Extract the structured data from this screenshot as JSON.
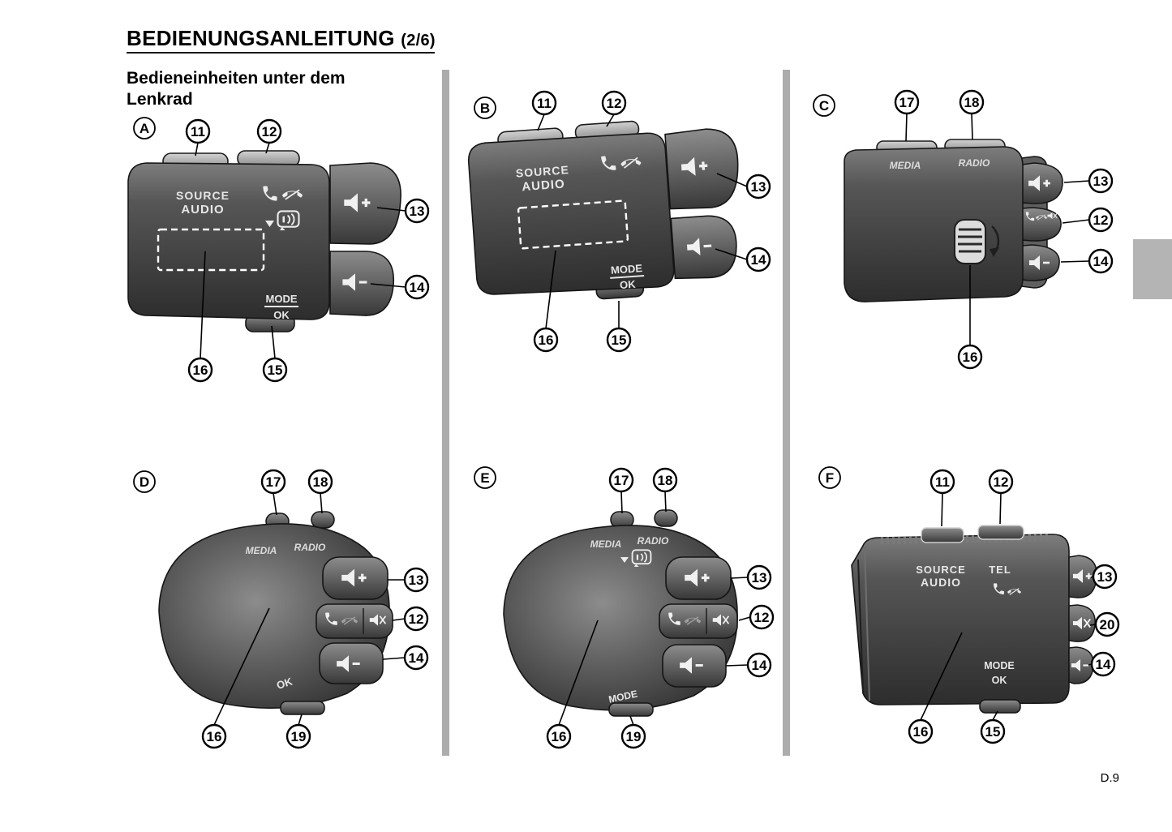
{
  "page": {
    "title": "BEDIENUNGSANLEITUNG",
    "title_suffix": "(2/6)",
    "subtitle_line1": "Bedieneinheiten unter dem",
    "subtitle_line2": "Lenkrad",
    "page_number": "D.9"
  },
  "colors": {
    "stalk_dark": "#3a3a3a",
    "button_gray": "#6f6f6f",
    "tab_light": "#b9b9b9",
    "divider_gray": "#acacac",
    "label_light": "#e6e6e6"
  },
  "icons": {
    "volume_up": "speaker-plus-icon",
    "volume_down": "speaker-minus-icon",
    "mute": "speaker-mute-icon",
    "phone_pickup": "phone-pickup-icon",
    "phone_hangup": "phone-hangup-icon",
    "voice_control": "voice-control-icon",
    "scroll_wheel": "scroll-wheel-icon"
  },
  "panels": {
    "a": {
      "letter": "A",
      "labels": {
        "source": "SOURCE",
        "audio": "AUDIO",
        "mode": "MODE",
        "ok": "OK"
      },
      "callouts": {
        "n11": "11",
        "n12": "12",
        "n13": "13",
        "n14": "14",
        "n15": "15",
        "n16": "16"
      }
    },
    "b": {
      "letter": "B",
      "labels": {
        "source": "SOURCE",
        "audio": "AUDIO",
        "mode": "MODE",
        "ok": "OK"
      },
      "callouts": {
        "n11": "11",
        "n12": "12",
        "n13": "13",
        "n14": "14",
        "n15": "15",
        "n16": "16"
      }
    },
    "c": {
      "letter": "C",
      "labels": {
        "media": "MEDIA",
        "radio": "RADIO"
      },
      "callouts": {
        "n17": "17",
        "n18": "18",
        "n13": "13",
        "n12": "12",
        "n14": "14",
        "n16": "16"
      }
    },
    "d": {
      "letter": "D",
      "labels": {
        "media": "MEDIA",
        "radio": "RADIO",
        "ok": "OK"
      },
      "callouts": {
        "n17": "17",
        "n18": "18",
        "n13": "13",
        "n12": "12",
        "n14": "14",
        "n16": "16",
        "n19": "19"
      }
    },
    "e": {
      "letter": "E",
      "labels": {
        "media": "MEDIA",
        "radio": "RADIO",
        "mode": "MODE"
      },
      "callouts": {
        "n17": "17",
        "n18": "18",
        "n13": "13",
        "n12": "12",
        "n14": "14",
        "n16": "16",
        "n19": "19"
      }
    },
    "f": {
      "letter": "F",
      "labels": {
        "source": "SOURCE",
        "audio": "AUDIO",
        "tel": "TEL",
        "mode": "MODE",
        "ok": "OK"
      },
      "callouts": {
        "n11": "11",
        "n12": "12",
        "n13": "13",
        "n14": "14",
        "n15": "15",
        "n16": "16",
        "n20": "20"
      }
    }
  }
}
